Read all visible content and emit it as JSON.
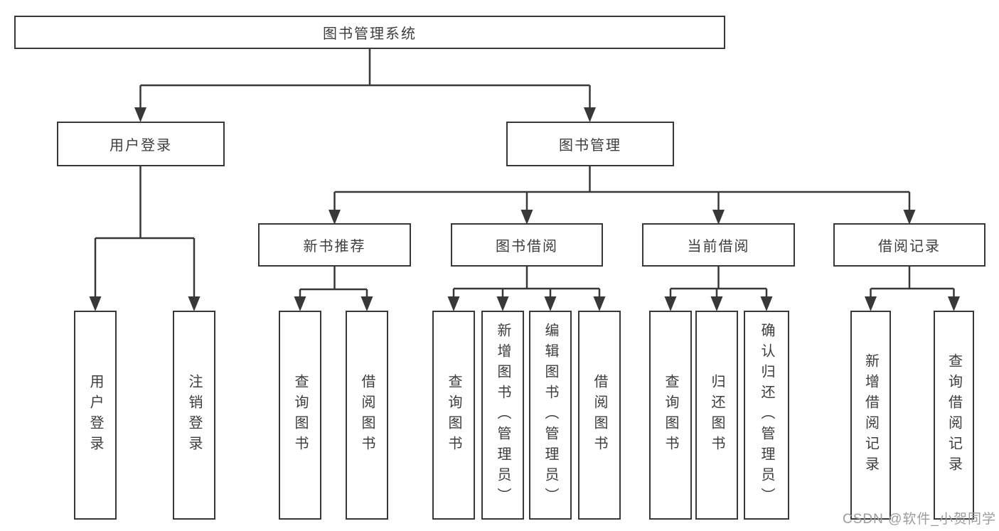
{
  "diagram": {
    "root": {
      "label": "图书管理系统"
    },
    "branches": [
      {
        "label": "用户登录",
        "children": [
          {
            "label": "用户登录"
          },
          {
            "label": "注销登录"
          }
        ]
      },
      {
        "label": "图书管理",
        "groups": [
          {
            "label": "新书推荐",
            "children": [
              {
                "label": "查询图书"
              },
              {
                "label": "借阅图书"
              }
            ]
          },
          {
            "label": "图书借阅",
            "children": [
              {
                "label": "查询图书"
              },
              {
                "label": "新增图书（管理员）"
              },
              {
                "label": "编辑图书（管理员）"
              },
              {
                "label": "借阅图书"
              }
            ]
          },
          {
            "label": "当前借阅",
            "children": [
              {
                "label": "查询图书"
              },
              {
                "label": "归还图书"
              },
              {
                "label": "确认归还（管理员）"
              }
            ]
          },
          {
            "label": "借阅记录",
            "children": [
              {
                "label": "新增借阅记录"
              },
              {
                "label": "查询借阅记录"
              }
            ]
          }
        ]
      }
    ]
  },
  "watermark": {
    "text": "CSDN @软件_小贺同学"
  },
  "colors": {
    "line": "#383838",
    "box_border": "#383838",
    "text": "#3d3d3d",
    "watermark": "#9c9c9c",
    "background": "#ffffff"
  }
}
